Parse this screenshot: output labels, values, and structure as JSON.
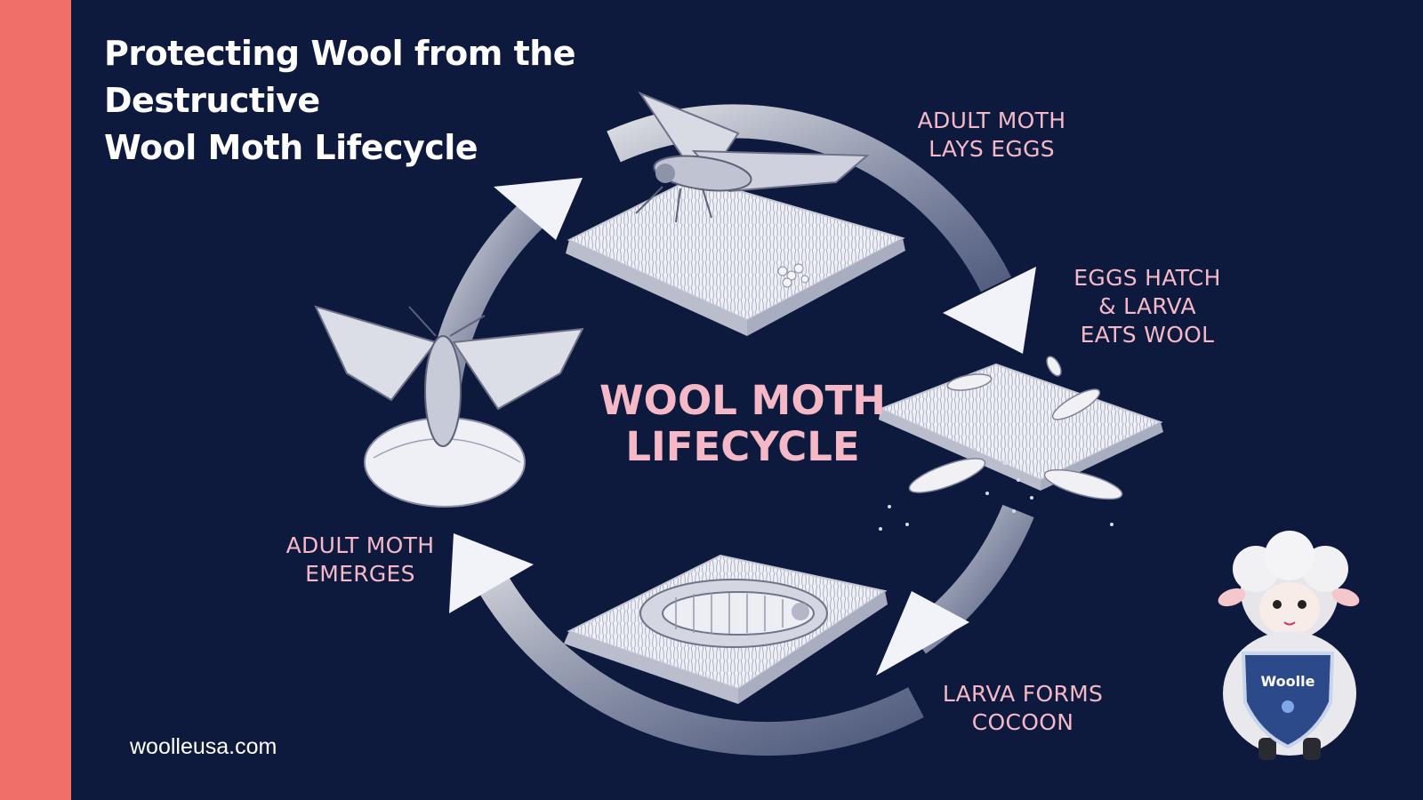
{
  "title": {
    "line1": "Protecting Wool from the Destructive",
    "line2": "Wool Moth Lifecycle"
  },
  "center": {
    "line1": "WOOL MOTH",
    "line2": "LIFECYCLE"
  },
  "stages": [
    {
      "line1": "ADULT MOTH",
      "line2": "LAYS EGGS",
      "line3": ""
    },
    {
      "line1": "EGGS HATCH",
      "line2": "& LARVA",
      "line3": "EATS WOOL"
    },
    {
      "line1": "LARVA FORMS",
      "line2": "COCOON",
      "line3": ""
    },
    {
      "line1": "ADULT MOTH",
      "line2": "EMERGES",
      "line3": ""
    }
  ],
  "website": "woolleusa.com",
  "brand": {
    "name": "Woolle",
    "mascot_icon": "sheep-mascot-icon"
  },
  "colors": {
    "background": "#0e1a3d",
    "sidebar": "#f07069",
    "label": "#f4b8c6",
    "arrow": "#ffffff"
  }
}
